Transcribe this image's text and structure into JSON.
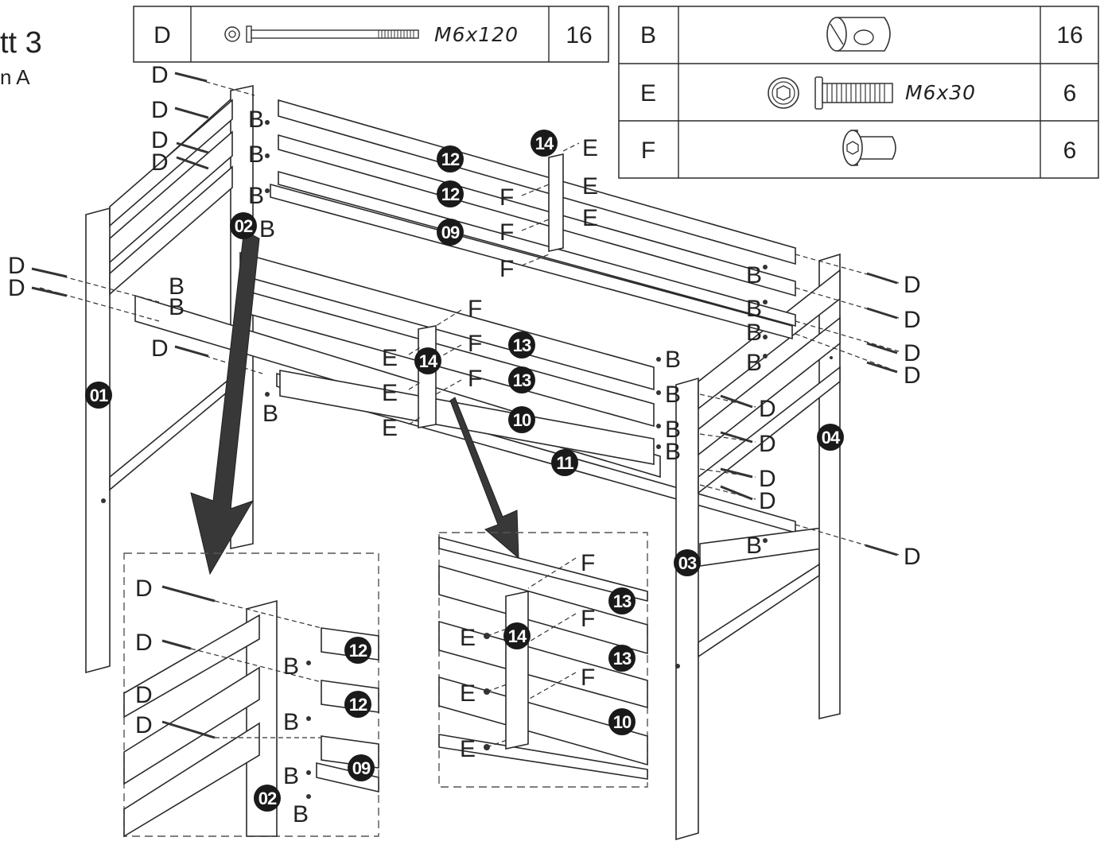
{
  "title": {
    "step": "tt 3",
    "sub": "n A"
  },
  "parts_table": [
    {
      "code": "D",
      "icon": "long-bolt-icon",
      "spec": "M6x120",
      "qty": "16"
    },
    {
      "code": "B",
      "icon": "barrel-nut-icon",
      "spec": "",
      "qty": "16"
    },
    {
      "code": "E",
      "icon": "hex-screw-icon",
      "spec": "M6x30",
      "qty": "6"
    },
    {
      "code": "F",
      "icon": "connector-nut-icon",
      "spec": "",
      "qty": "6"
    }
  ],
  "labels": {
    "D": "D",
    "B": "B",
    "E": "E",
    "F": "F"
  },
  "parts": {
    "p01": "01",
    "p02": "02",
    "p03": "03",
    "p04": "04",
    "p09": "09",
    "p10": "10",
    "p11": "11",
    "p12": "12",
    "p13": "13",
    "p14": "14"
  },
  "colors": {
    "ink": "#222222",
    "badge": "#1a1a1a",
    "arrow": "#383838"
  }
}
